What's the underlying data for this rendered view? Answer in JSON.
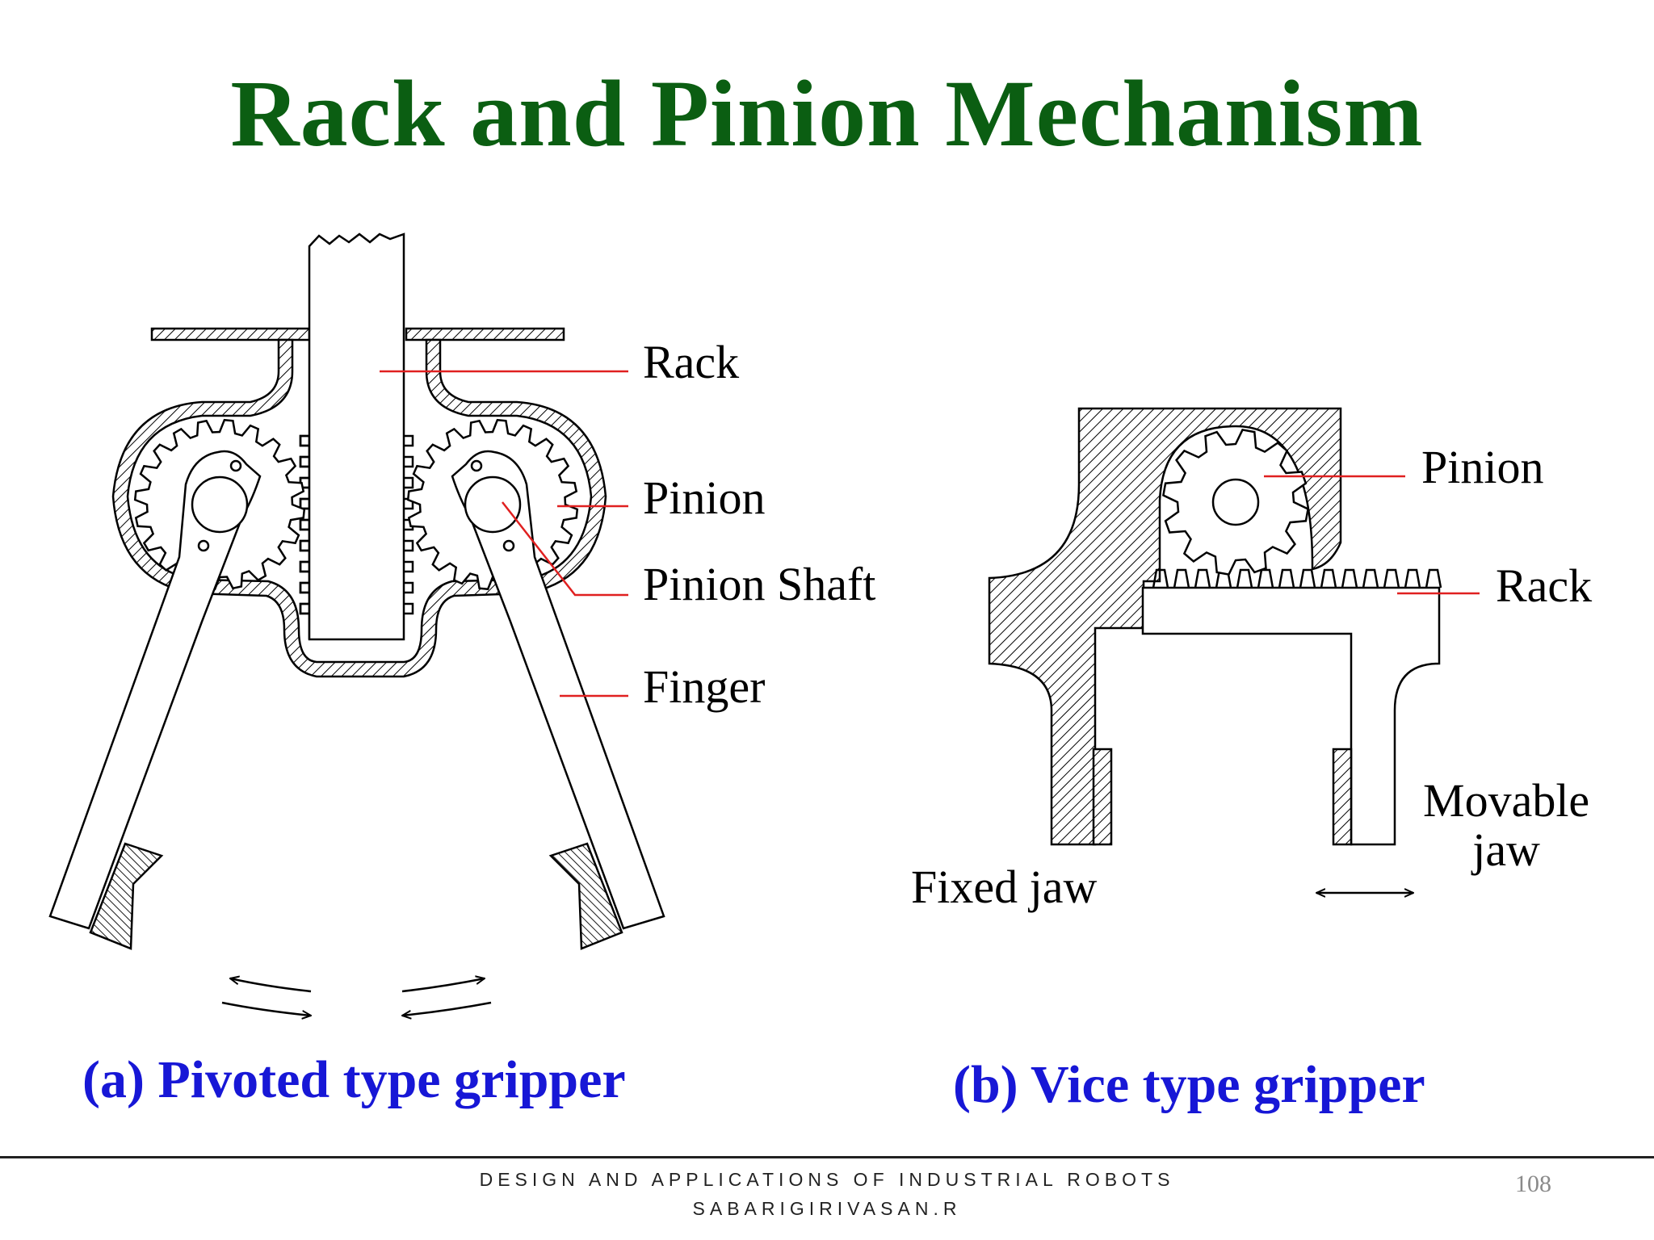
{
  "slide": {
    "title": "Rack and Pinion Mechanism",
    "title_color": "#0b5e12",
    "caption_color": "#1717d6",
    "leader_color": "#e02020"
  },
  "pivoted_gripper": {
    "caption": "(a) Pivoted type gripper",
    "labels": {
      "rack": "Rack",
      "pinion": "Pinion",
      "pinion_shaft": "Pinion Shaft",
      "finger": "Finger"
    }
  },
  "vice_gripper": {
    "caption": "(b) Vice type gripper",
    "labels": {
      "pinion": "Pinion",
      "rack": "Rack",
      "movable_jaw_line1": "Movable",
      "movable_jaw_line2": "jaw",
      "fixed_jaw": "Fixed jaw"
    }
  },
  "footer": {
    "course": "DESIGN AND APPLICATIONS OF INDUSTRIAL ROBOTS",
    "author": "SABARIGIRIVASAN.R",
    "page_number": "108"
  }
}
